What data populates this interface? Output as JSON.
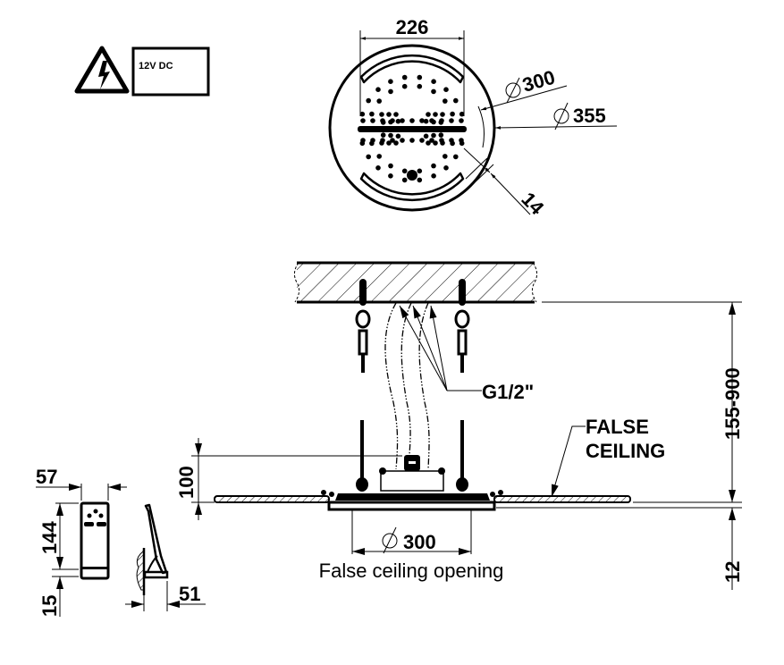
{
  "title": "Recessed ceiling shower head installation drawing",
  "warning": {
    "icon": "high-voltage-icon",
    "voltage_label": "12V DC"
  },
  "top_view": {
    "dimensions": {
      "spray_width": "226",
      "inner_diameter": "300",
      "outer_diameter": "355",
      "rim_width": "14"
    },
    "diameter_symbol": "∅"
  },
  "side_view": {
    "pipe_connection": "G1/2\"",
    "false_ceiling_label_line1": "FALSE",
    "false_ceiling_label_line2": "CEILING",
    "height_range": "155-900",
    "body_height": "100",
    "plate_thickness": "12",
    "opening_diameter": "300",
    "opening_label": "False ceiling opening"
  },
  "control_unit": {
    "width": "57",
    "height": "144",
    "bottom_height": "15",
    "depth": "51"
  }
}
